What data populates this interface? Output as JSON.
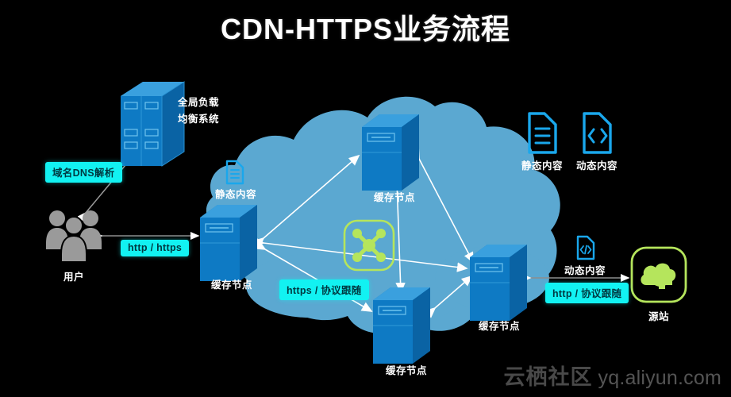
{
  "title": "CDN-HTTPS业务流程",
  "watermark": {
    "brand": "云栖社区",
    "url": "yq.aliyun.com"
  },
  "nodes": {
    "gslb": {
      "label_line1": "全局负载",
      "label_line2": "均衡系统",
      "icon": "server-rack-icon"
    },
    "user": {
      "label": "用户",
      "icon": "users-icon"
    },
    "origin": {
      "label": "源站",
      "icon": "cloud-upload-icon"
    },
    "cache_left": {
      "label": "缓存节点",
      "icon": "server-icon"
    },
    "cache_top": {
      "label": "缓存节点",
      "icon": "server-icon"
    },
    "cache_right": {
      "label": "缓存节点",
      "icon": "server-icon"
    },
    "cache_bottom": {
      "label": "缓存节点",
      "icon": "server-icon"
    },
    "mesh": {
      "icon": "network-mesh-icon"
    }
  },
  "badges": {
    "dns": "域名DNS解析",
    "user_http": "http / https",
    "cdn_https": "https / 协议跟随",
    "origin_http": "http / 协议跟随"
  },
  "content_labels": {
    "static_near_cache": "静态内容",
    "dynamic_near_origin": "动态内容"
  },
  "legend": {
    "items": [
      {
        "label": "静态内容",
        "icon": "document-lines-icon"
      },
      {
        "label": "动态内容",
        "icon": "document-code-icon"
      }
    ]
  },
  "colors": {
    "background": "#000000",
    "cloud": "#5BA8D1",
    "server_front": "#0E7AC4",
    "server_top": "#3AA0DE",
    "server_side": "#0A63A4",
    "accent_cyan": "#12F2F2",
    "accent_green": "#B5E55C",
    "icon_blue": "#1AA7EC",
    "user_gray": "#9A9A9A",
    "arrow_white": "#FFFFFF",
    "title_white": "#FFFFFF"
  }
}
